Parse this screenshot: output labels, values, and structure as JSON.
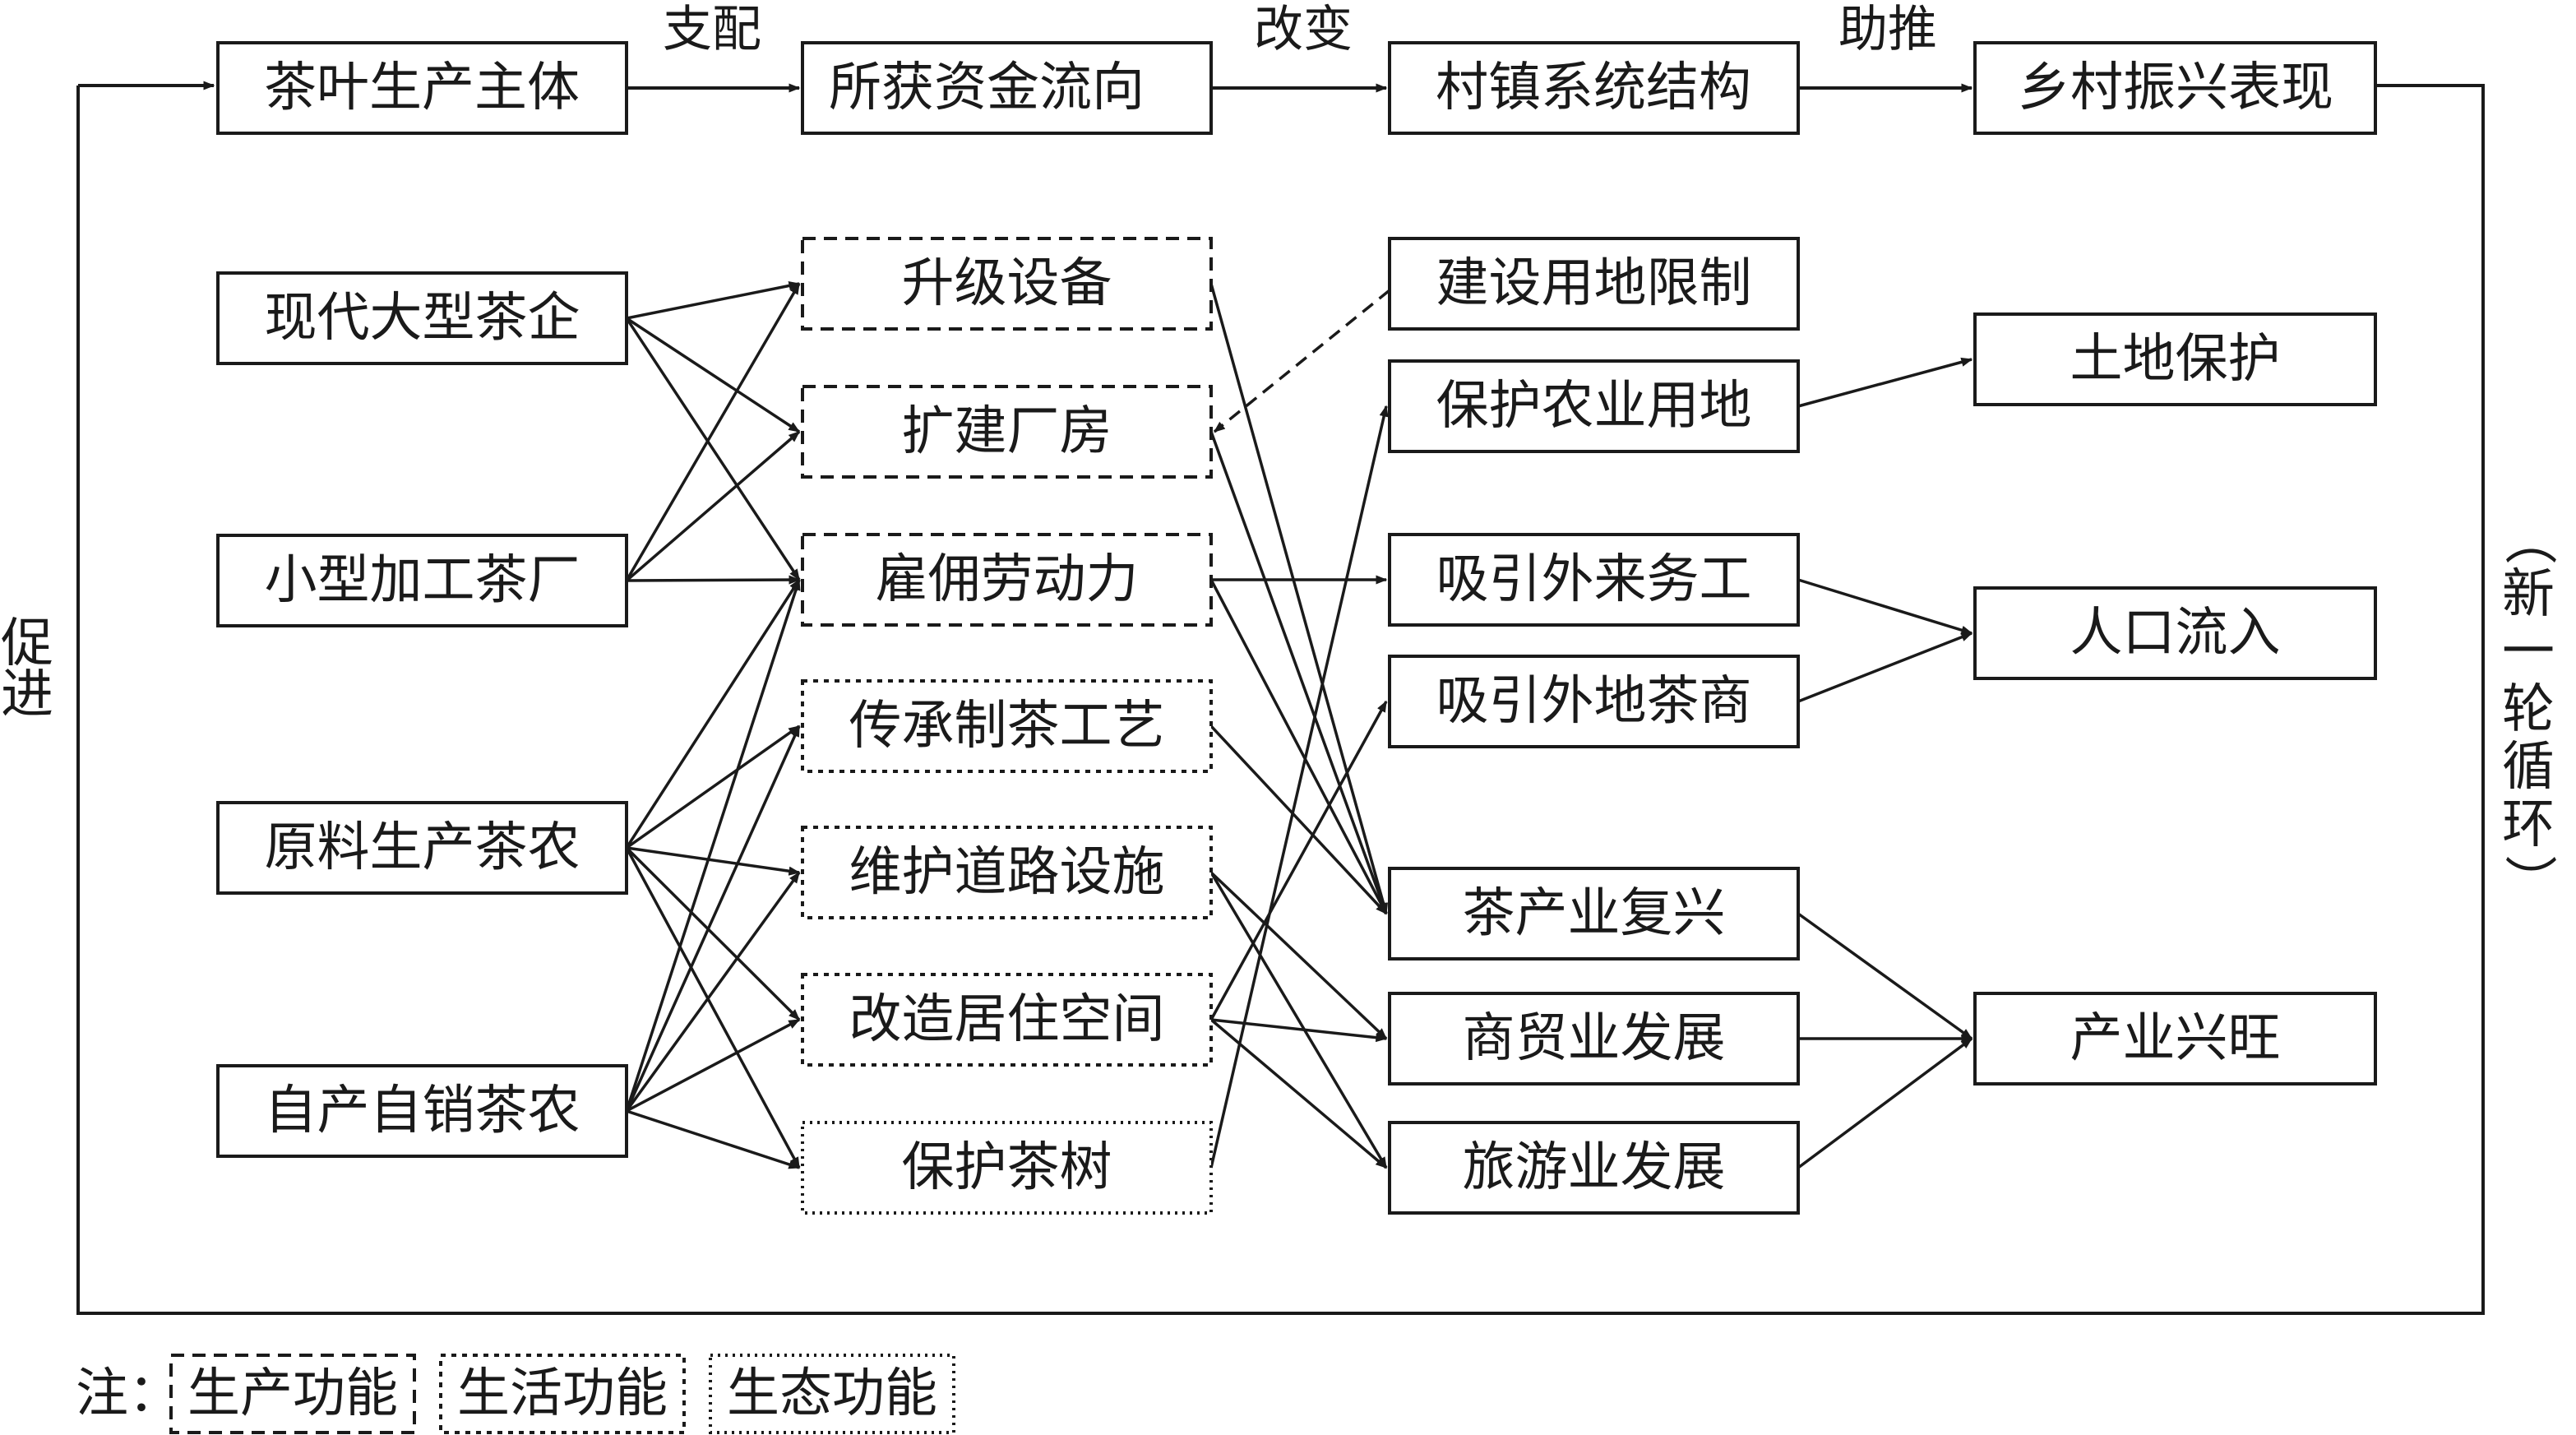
{
  "header": {
    "subject": "茶叶生产主体",
    "funds": "所获资金流向",
    "structure": "村镇系统结构",
    "revitalization": "乡村振兴表现",
    "verb_dominate": "支配",
    "verb_change": "改变",
    "verb_boost": "助推"
  },
  "producers": [
    "现代大型茶企",
    "小型加工茶厂",
    "原料生产茶农",
    "自产自销茶农"
  ],
  "investments": [
    "升级设备",
    "扩建厂房",
    "雇佣劳动力",
    "传承制茶工艺",
    "维护道路设施",
    "改造居住空间",
    "保护茶树"
  ],
  "structures": [
    "建设用地限制",
    "保护农业用地",
    "吸引外来务工",
    "吸引外地茶商",
    "茶产业复兴",
    "商贸业发展",
    "旅游业发展"
  ],
  "outcomes": [
    "土地保护",
    "人口流入",
    "产业兴旺"
  ],
  "side": {
    "left": [
      "促",
      "进"
    ],
    "right": [
      "（",
      "新",
      "一",
      "轮",
      "循",
      "环",
      "）"
    ]
  },
  "legend": {
    "prefix": "注：",
    "items": [
      "生产功能",
      "生活功能",
      "生态功能"
    ]
  }
}
